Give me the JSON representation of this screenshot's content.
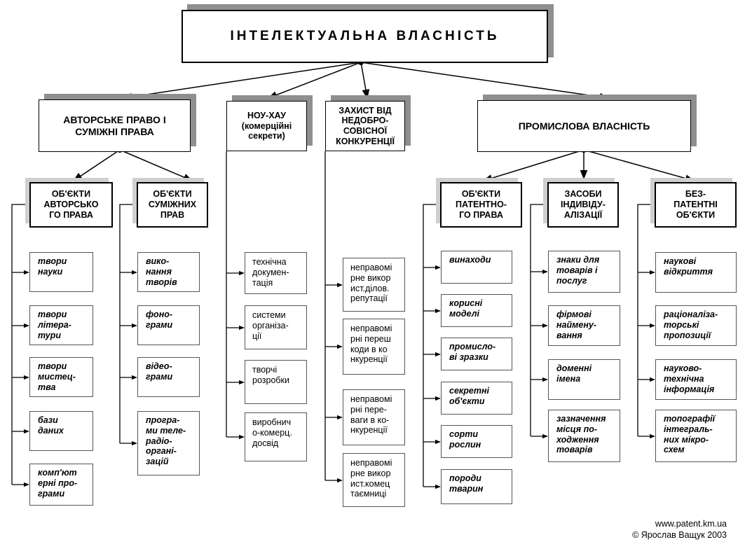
{
  "root": "ІНТЕЛЕКТУАЛЬНА    ВЛАСНІСТЬ",
  "categories": {
    "copyright": "АВТОРСЬКЕ ПРАВО І\nСУМІЖНІ  ПРАВА",
    "knowhow": "НОУ-ХАУ\n(комерційні\nсекрети)",
    "unfair": "ЗАХИСТ ВІД\nНЕДОБРО-\nСОВІСНОЇ\nКОНКУРЕНЦІЇ",
    "industrial": "ПРОМИСЛОВА ВЛАСНІСТЬ"
  },
  "subcategories": {
    "copyright_objects": "ОБ'ЄКТИ\nАВТОРСЬКО\nГО ПРАВА",
    "related_objects": "ОБ'ЄКТИ\nСУМІЖНИХ\nПРАВ",
    "patent_objects": "ОБ'ЄКТИ\nПАТЕНТНО-\nГО ПРАВА",
    "identification": "ЗАСОБИ\nІНДИВІДУ-\nАЛІЗАЦІЇ",
    "nonpatent": "БЕЗ-\nПАТЕНТНІ\nОБ'ЄКТИ"
  },
  "copyright_items": [
    "твори\nнауки",
    "твори\nлітера-\nтури",
    "твори\nмистец-\nтва",
    "бази\nданих",
    "комп'ют\nерні про-\nграми"
  ],
  "related_items": [
    "вико-\nнання\nтворів",
    "фоно-\nграми",
    "відео-\nграми",
    "програ-\nми теле-\nрадіо-\nоргані-\nзацій"
  ],
  "knowhow_items": [
    "технічна\nдокумен-\nтація",
    "системи\nорганіза-\nції",
    "творчі\nрозробки",
    "виробнич\nо-комерц.\nдосвід"
  ],
  "unfair_items": [
    "неправомі\nрне викор\nист.ділов.\nрепутації",
    "неправомі\nрні переш\nкоди  в ко\nнкуренції",
    "неправомі\nрні пере-\nваги  в ко-\nнкуренції",
    "неправомі\nрне викор\nист.комец\nтаємниці"
  ],
  "patent_items": [
    "винаходи",
    "корисні\n моделі",
    "промисло-\nві зразки",
    "секретні\nоб'єкти",
    "сорти\n рослин",
    "породи\nтварин"
  ],
  "identification_items": [
    "знаки для\nтоварів і\nпослуг",
    "фірмові\nнаймену-\nвання",
    "доменні\nімена",
    "зазначення\nмісця по-\nходження\nтоварів"
  ],
  "nonpatent_items": [
    "наукові\nвідкриття",
    "раціоналіза-\nторські\nпропозиції",
    "науково-\nтехнічна\nінформація",
    "топографії\nінтеграль-\nних мікро-\nсхем"
  ],
  "credit": {
    "url": "www.patent.km.ua",
    "author": "© Ярослав Ващук  2003"
  }
}
